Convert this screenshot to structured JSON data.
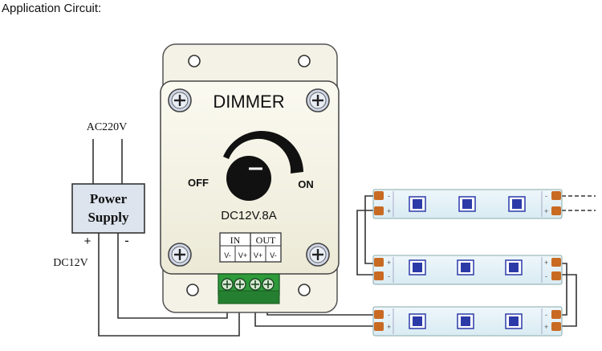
{
  "page": {
    "heading": "Application Circuit:"
  },
  "dimmer": {
    "title": "DIMMER",
    "off_label": "OFF",
    "on_label": "ON",
    "rating": "DC12V.8A",
    "terminal_in": "IN",
    "terminal_out": "OUT",
    "pin_labels": [
      "V-",
      "V+",
      "V+",
      "V-"
    ]
  },
  "power_supply": {
    "label_line1": "Power",
    "label_line2": "Supply",
    "input_label": "AC220V",
    "plus_label": "+",
    "minus_label": "-",
    "output_label": "DC12V"
  },
  "led_strips": {
    "count": 3,
    "leds_per_strip": 3,
    "pad_plus": "+",
    "pad_minus": "-"
  },
  "colors": {
    "wire": "#333333",
    "dimmer_body": "#f4f2e4",
    "knob": "#111111",
    "terminal_green": "#2e9a3a",
    "power_box": "#dde4ee",
    "strip_body": "#e6f2f8",
    "led": "#2c3aa8",
    "pad": "#c96a22"
  },
  "icons": [
    "screw-icon",
    "mount-hole-icon",
    "knob-icon"
  ]
}
